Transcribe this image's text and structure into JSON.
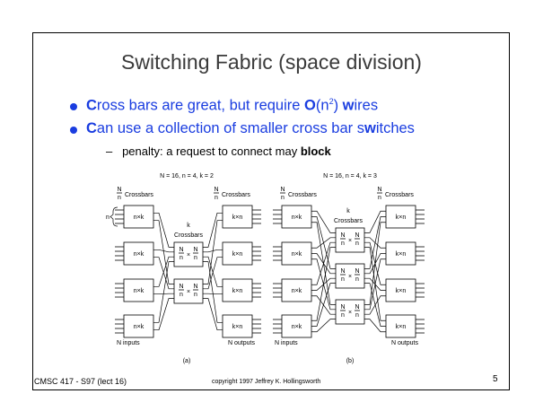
{
  "title": "Switching Fabric (space division)",
  "bullets": [
    {
      "lead": "C",
      "text1": "ross bars are great, but require ",
      "bold": "O",
      "text2": "(n",
      "sup": "2",
      "text3": ") ",
      "bold2": "w",
      "text4": "ires"
    },
    {
      "lead": "C",
      "text1": "an use a collection of smaller cross bar s",
      "bold": "w",
      "text2": "itches"
    }
  ],
  "sub_bullet": {
    "dash": "–",
    "text": "penalty: a request to connect may ",
    "bold": "block"
  },
  "diagrams": [
    {
      "caption": "N = 16, n = 4, k = 2",
      "left_label": "Crossbars",
      "right_label": "Crossbars",
      "frac_num": "N",
      "frac_den": "n",
      "mid_label_k": "k",
      "mid_label": "Crossbars",
      "left_box": "n×k",
      "right_box": "k×n",
      "mid_box_x": "×",
      "inputs": "N inputs",
      "outputs": "N outputs",
      "sub_caption": "(a)",
      "n_brace": "n",
      "k": 2
    },
    {
      "caption": "N = 16, n = 4, k = 3",
      "left_label": "Crossbars",
      "right_label": "Crossbars",
      "frac_num": "N",
      "frac_den": "n",
      "mid_label_k": "k",
      "mid_label": "Crossbars",
      "left_box": "n×k",
      "right_box": "k×n",
      "mid_box_x": "×",
      "inputs": "N inputs",
      "outputs": "N outputs",
      "sub_caption": "(b)",
      "k": 3
    }
  ],
  "footer": {
    "course": "CMSC 417 - S97  (lect 16)",
    "copyright": "copyright 1997  Jeffrey K. Hollingsworth",
    "page": "5"
  }
}
